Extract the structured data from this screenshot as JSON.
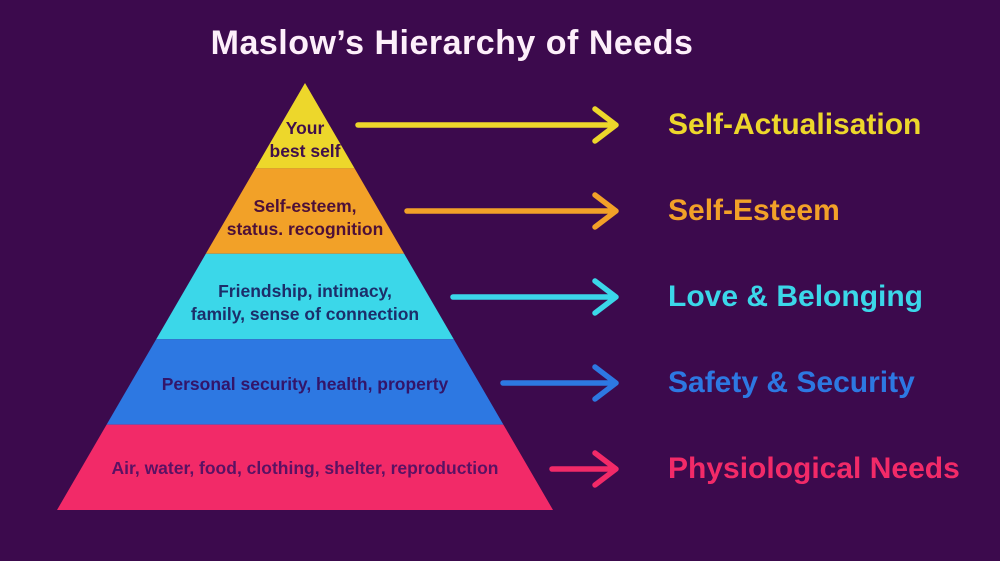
{
  "title": "Maslow’s Hierarchy of Needs",
  "colors": {
    "background": "#3c0a4d",
    "title_text": "#fdeffa"
  },
  "levels": [
    {
      "name": "Self-Actualisation",
      "description": "Your\nbest self",
      "color": "#edd72b",
      "text_color": "#40104b"
    },
    {
      "name": "Self-Esteem",
      "description": "Self-esteem,\nstatus. recognition",
      "color": "#f2a128",
      "text_color": "#4d1038"
    },
    {
      "name": "Love & Belonging",
      "description": "Friendship, intimacy,\nfamily, sense of connection",
      "color": "#3bd7e9",
      "text_color": "#1c2e6a"
    },
    {
      "name": "Safety & Security",
      "description": "Personal security, health, property",
      "color": "#2d78e2",
      "text_color": "#331569"
    },
    {
      "name": "Physiological Needs",
      "description": "Air, water, food, clothing, shelter, reproduction",
      "color": "#f22a68",
      "text_color": "#5a1263"
    }
  ]
}
